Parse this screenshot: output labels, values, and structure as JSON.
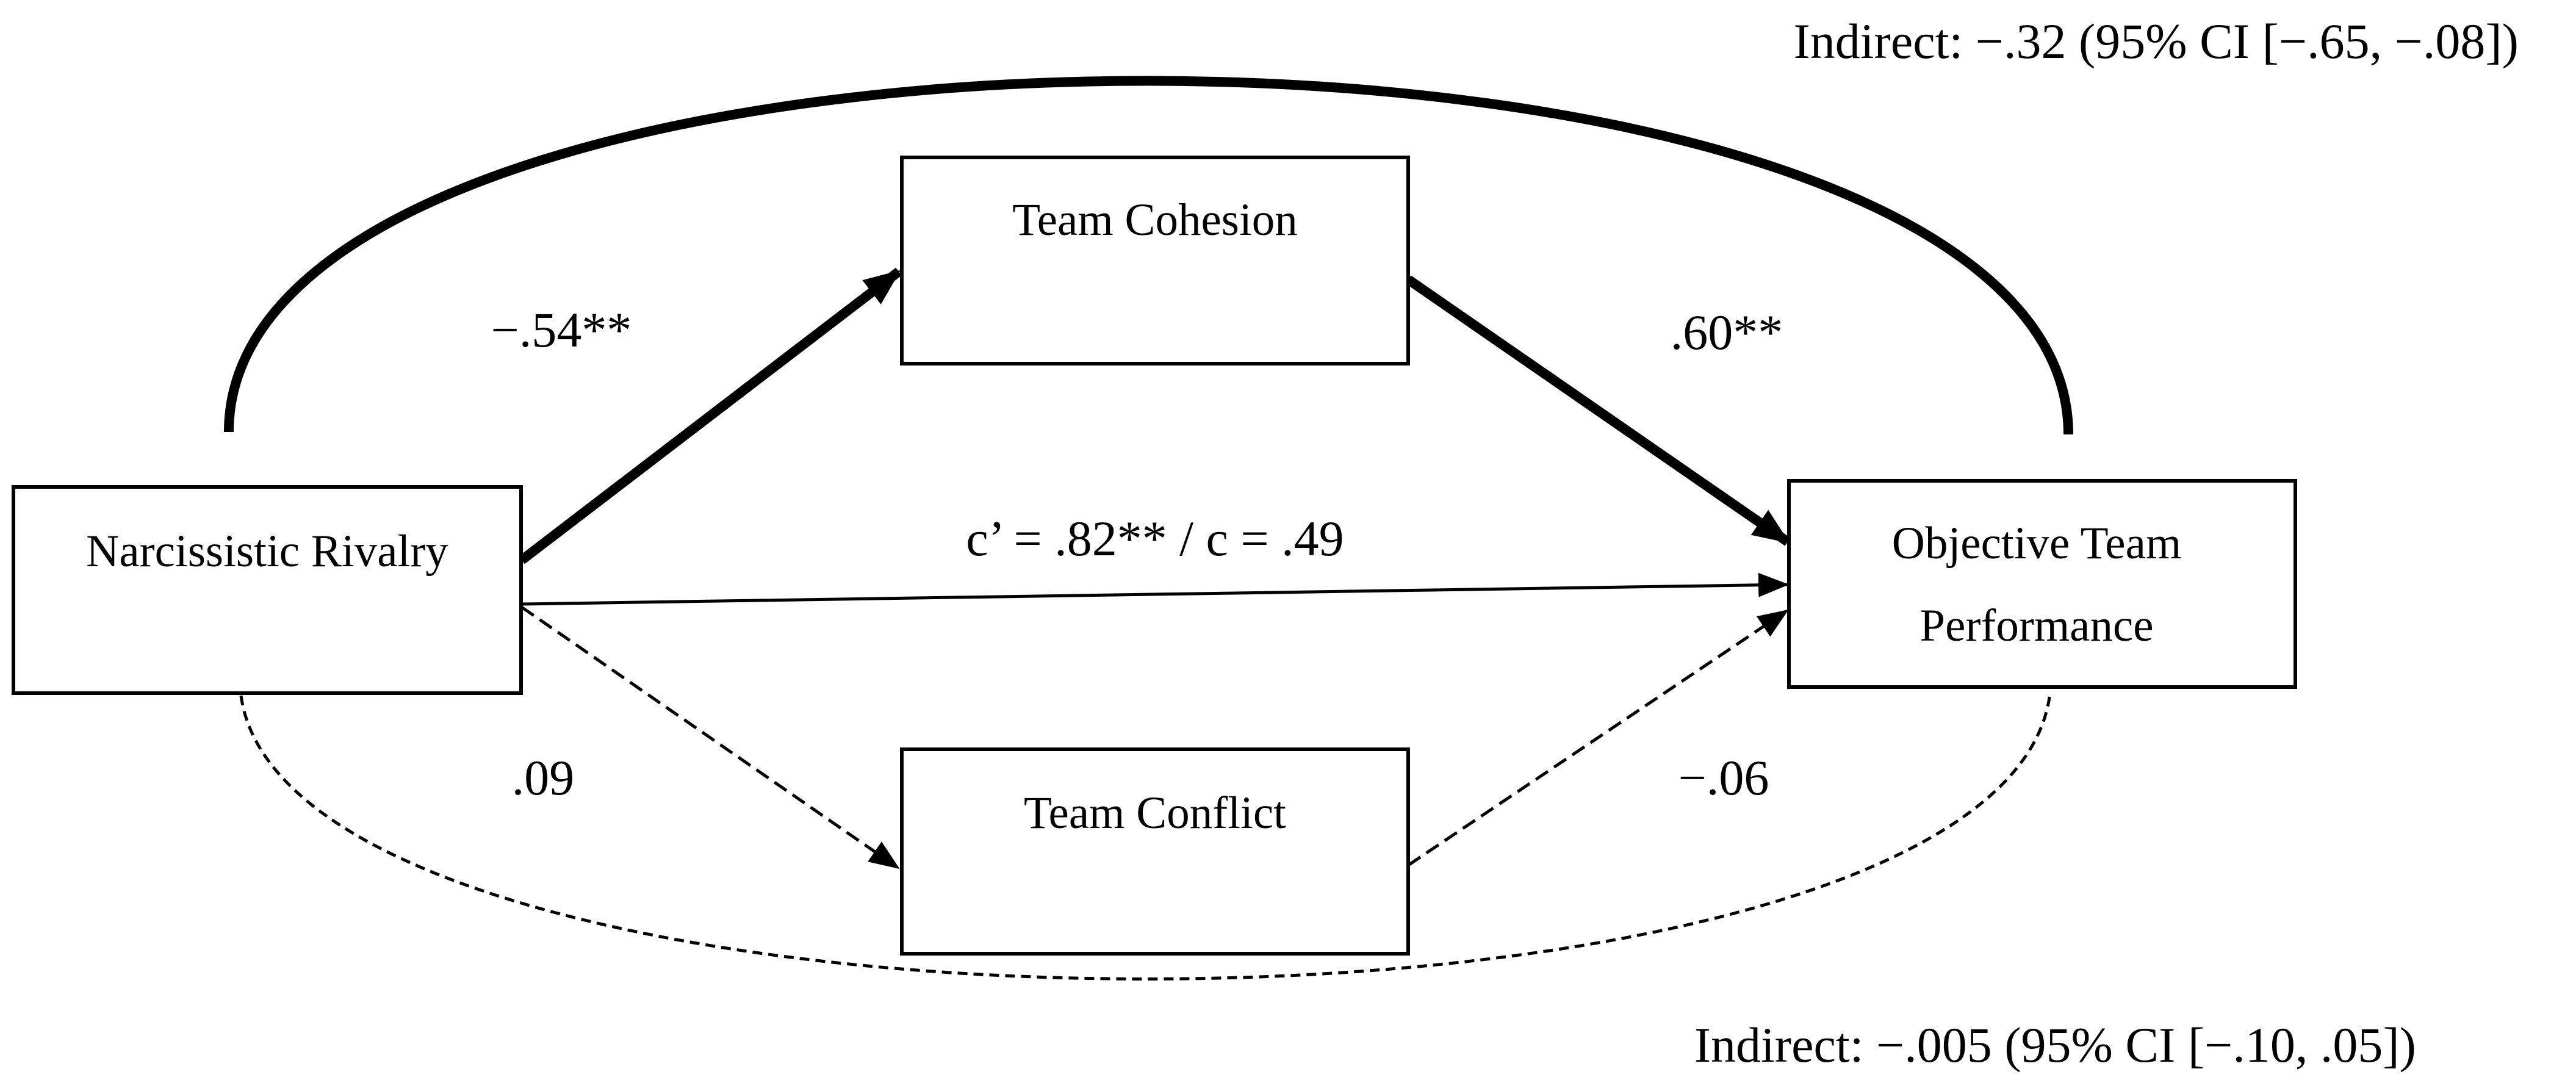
{
  "nodes": {
    "predictor": {
      "lines": [
        "Narcissistic Rivalry"
      ]
    },
    "mediator_1": {
      "lines": [
        "Team Cohesion"
      ]
    },
    "mediator_2": {
      "lines": [
        "Team Conflict"
      ]
    },
    "outcome": {
      "lines": [
        "Objective Team",
        "Performance"
      ]
    }
  },
  "paths": {
    "a1": "−.54**",
    "b1": ".60**",
    "direct": "c’ = .82** / c = .49",
    "a2": ".09",
    "b2": "−.06"
  },
  "indirect_effects": {
    "via_cohesion": "Indirect: −.32 (95% CI [−.65, −.08])",
    "via_conflict": "Indirect: −.005 (95% CI [−.10, .05])"
  },
  "colors": {
    "ink": "#000000",
    "background": "#ffffff"
  }
}
